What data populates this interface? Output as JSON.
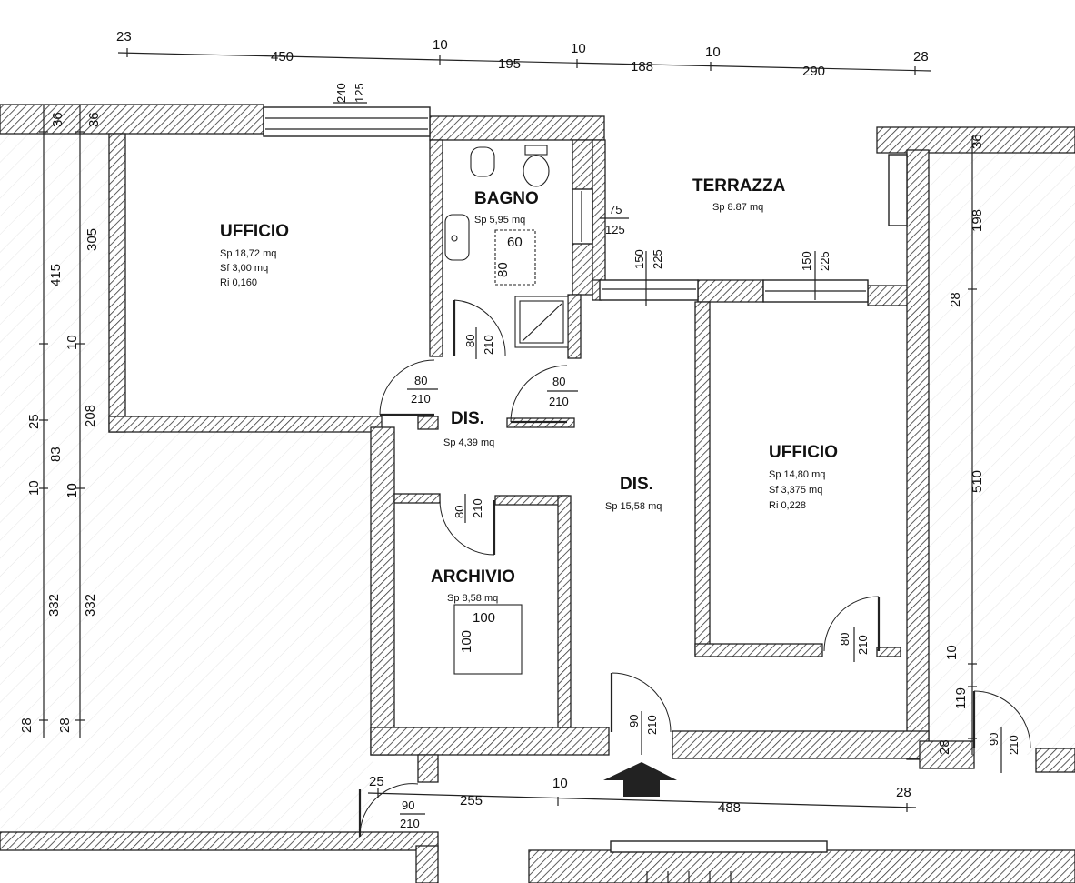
{
  "rooms": {
    "ufficio1": {
      "name": "UFFICIO",
      "sp": "Sp 18,72 mq",
      "sf": "Sf 3,00 mq",
      "ri": "Ri 0,160"
    },
    "bagno": {
      "name": "BAGNO",
      "sp": "Sp 5,95 mq"
    },
    "terrazza": {
      "name": "TERRAZZA",
      "sp": "Sp 8.87 mq"
    },
    "dis1": {
      "name": "DIS.",
      "sp": "Sp 4,39 mq"
    },
    "dis2": {
      "name": "DIS.",
      "sp": "Sp 15,58 mq"
    },
    "archivio": {
      "name": "ARCHIVIO",
      "sp": "Sp 8,58 mq"
    },
    "ufficio2": {
      "name": "UFFICIO",
      "sp": "Sp 14,80 mq",
      "sf": "Sf  3,375 mq",
      "ri": "Ri 0,228"
    }
  },
  "dims": {
    "top": [
      "23",
      "450",
      "10",
      "195",
      "10",
      "188",
      "10",
      "290",
      "28"
    ],
    "bottom": [
      "25",
      "255",
      "10",
      "488",
      "28"
    ],
    "left_outer": [
      "36",
      "415",
      "10",
      "25",
      "83",
      "10",
      "332",
      "28"
    ],
    "left_inner": [
      "36",
      "305",
      "10",
      "208",
      "10",
      "332",
      "28"
    ],
    "right": [
      "36",
      "198",
      "28",
      "510",
      "10",
      "119",
      "28"
    ]
  },
  "openings": {
    "win_ufficio1": {
      "w": "240",
      "h": "125"
    },
    "win_bagno": {
      "w": "75",
      "h": "125"
    },
    "win_dis": {
      "w": "150",
      "h": "225"
    },
    "win_ufficio2": {
      "w": "150",
      "h": "225"
    },
    "door_bagno": {
      "w": "80",
      "h": "210"
    },
    "door_ufficio1": {
      "w": "80",
      "h": "210"
    },
    "door_dis": {
      "w": "80",
      "h": "210"
    },
    "door_archivio": {
      "w": "80",
      "h": "210"
    },
    "door_ufficio2": {
      "w": "80",
      "h": "210"
    },
    "door_main": {
      "w": "90",
      "h": "210"
    },
    "door_right": {
      "w": "90",
      "h": "210"
    },
    "door_bottom": {
      "w": "90",
      "h": "210"
    }
  },
  "fixtures": {
    "shower_w": "60",
    "shower_h": "80",
    "archive_w": "100",
    "archive_h": "100"
  },
  "colors": {
    "ink": "#222222",
    "paper": "#ffffff"
  },
  "icons": [
    "entrance-arrow-icon"
  ]
}
